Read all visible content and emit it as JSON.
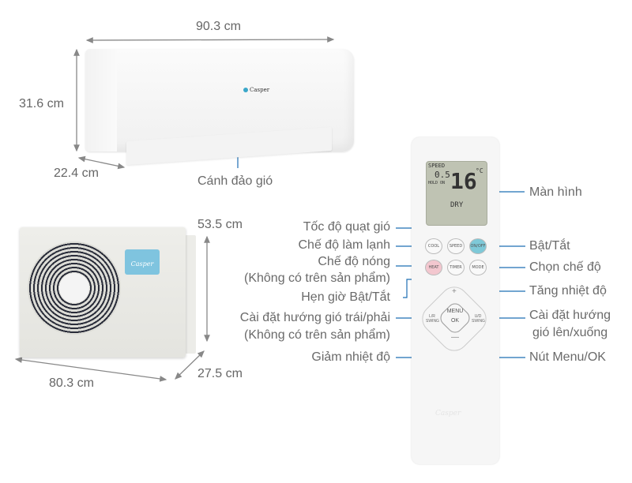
{
  "indoor_unit": {
    "brand": "Casper",
    "width": "90.3 cm",
    "height": "31.6 cm",
    "depth": "22.4 cm",
    "flap_label": "Cánh đảo gió"
  },
  "outdoor_unit": {
    "brand": "Casper",
    "height": "53.5 cm",
    "width": "80.3 cm",
    "depth": "27.5 cm"
  },
  "remote": {
    "brand": "Casper",
    "lcd": {
      "speed": "SPEED",
      "hour": "0.5",
      "hold": "HOLD ON",
      "temp": "16",
      "unit": "°C",
      "mode": "DRY"
    },
    "buttons": {
      "cool": "COOL",
      "speed": "SPEED",
      "onoff": "ON/OFF",
      "heat": "HEAT",
      "timer": "TIMER",
      "mode": "MODE",
      "plus": "+",
      "minus": "—",
      "menu": "MENU",
      "ok": "OK",
      "lr_swing": "L/R SWING",
      "ud_swing": "U/D SWING"
    }
  },
  "callouts": {
    "screen": "Màn hình",
    "fan_speed": "Tốc độ quạt gió",
    "cool_mode": "Chế độ làm lạnh",
    "heat_mode_1": "Chế độ nóng",
    "heat_mode_2": "(Không có trên sản phẩm)",
    "timer": "Hẹn giờ Bật/Tắt",
    "lr_swing_1": "Cài đặt hướng gió trái/phải",
    "lr_swing_2": "(Không có trên sản phẩm)",
    "temp_down": "Giảm nhiệt độ",
    "power": "Bật/Tắt",
    "mode_select": "Chọn chế độ",
    "temp_up": "Tăng nhiệt độ",
    "ud_swing_1": "Cài đặt hướng",
    "ud_swing_2": "gió lên/xuống",
    "menu_ok": "Nút Menu/OK"
  },
  "colors": {
    "leader_line": "#1f6fb3",
    "dim_line": "#888888",
    "text": "#6a6a6a",
    "onoff_button": "#7ec9d8",
    "heat_button": "#f3c7cf"
  }
}
